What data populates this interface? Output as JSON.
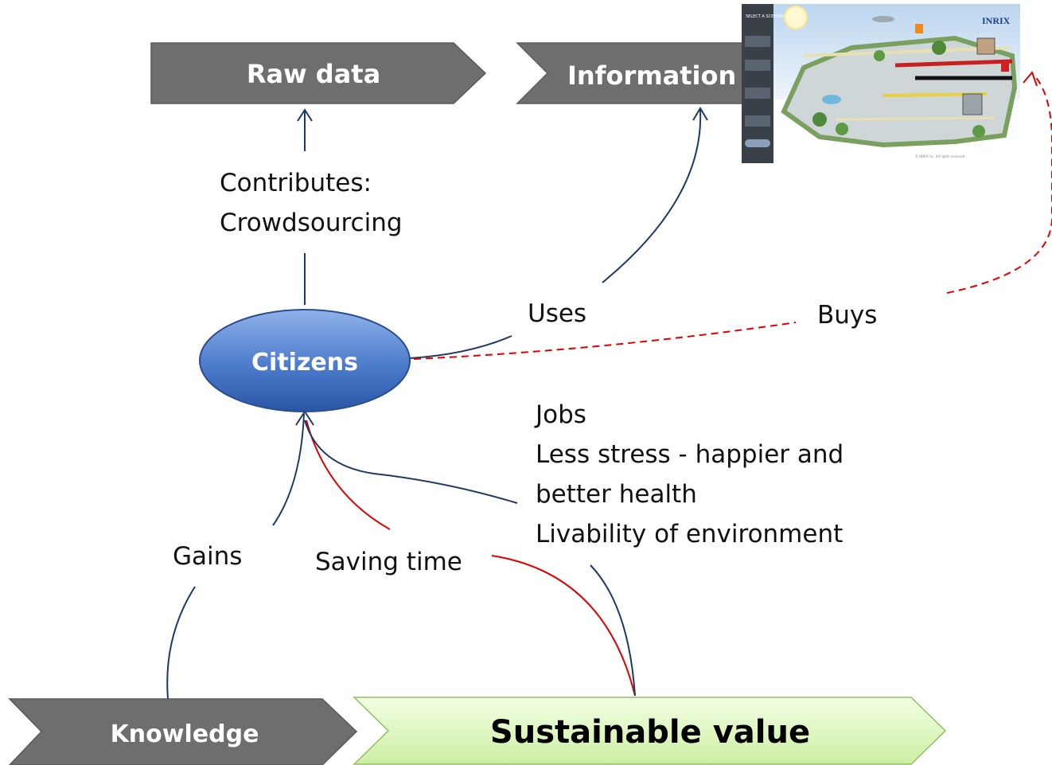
{
  "nodes": {
    "raw_data": "Raw data",
    "information_product": "Information product",
    "citizens": "Citizens",
    "knowledge": "Knowledge",
    "sustainable_value": "Sustainable value"
  },
  "edges": {
    "contributes_line1": "Contributes:",
    "contributes_line2": "Crowdsourcing",
    "uses": "Uses",
    "buys": "Buys",
    "gains": "Gains",
    "saving_time": "Saving time",
    "benefits": [
      "Jobs",
      "Less stress - happier and",
      "better health",
      "Livability of environment"
    ]
  },
  "thumbnail": {
    "brand": "INRIX",
    "menu_label": "SELECT A SCENARIO"
  },
  "colors": {
    "arrow_gray": "#6e6e6e",
    "navy_line": "#1f3864",
    "red_line": "#e00000",
    "citizens_fill": "#4a7ac8",
    "value_fill": "#d7f5b0"
  }
}
